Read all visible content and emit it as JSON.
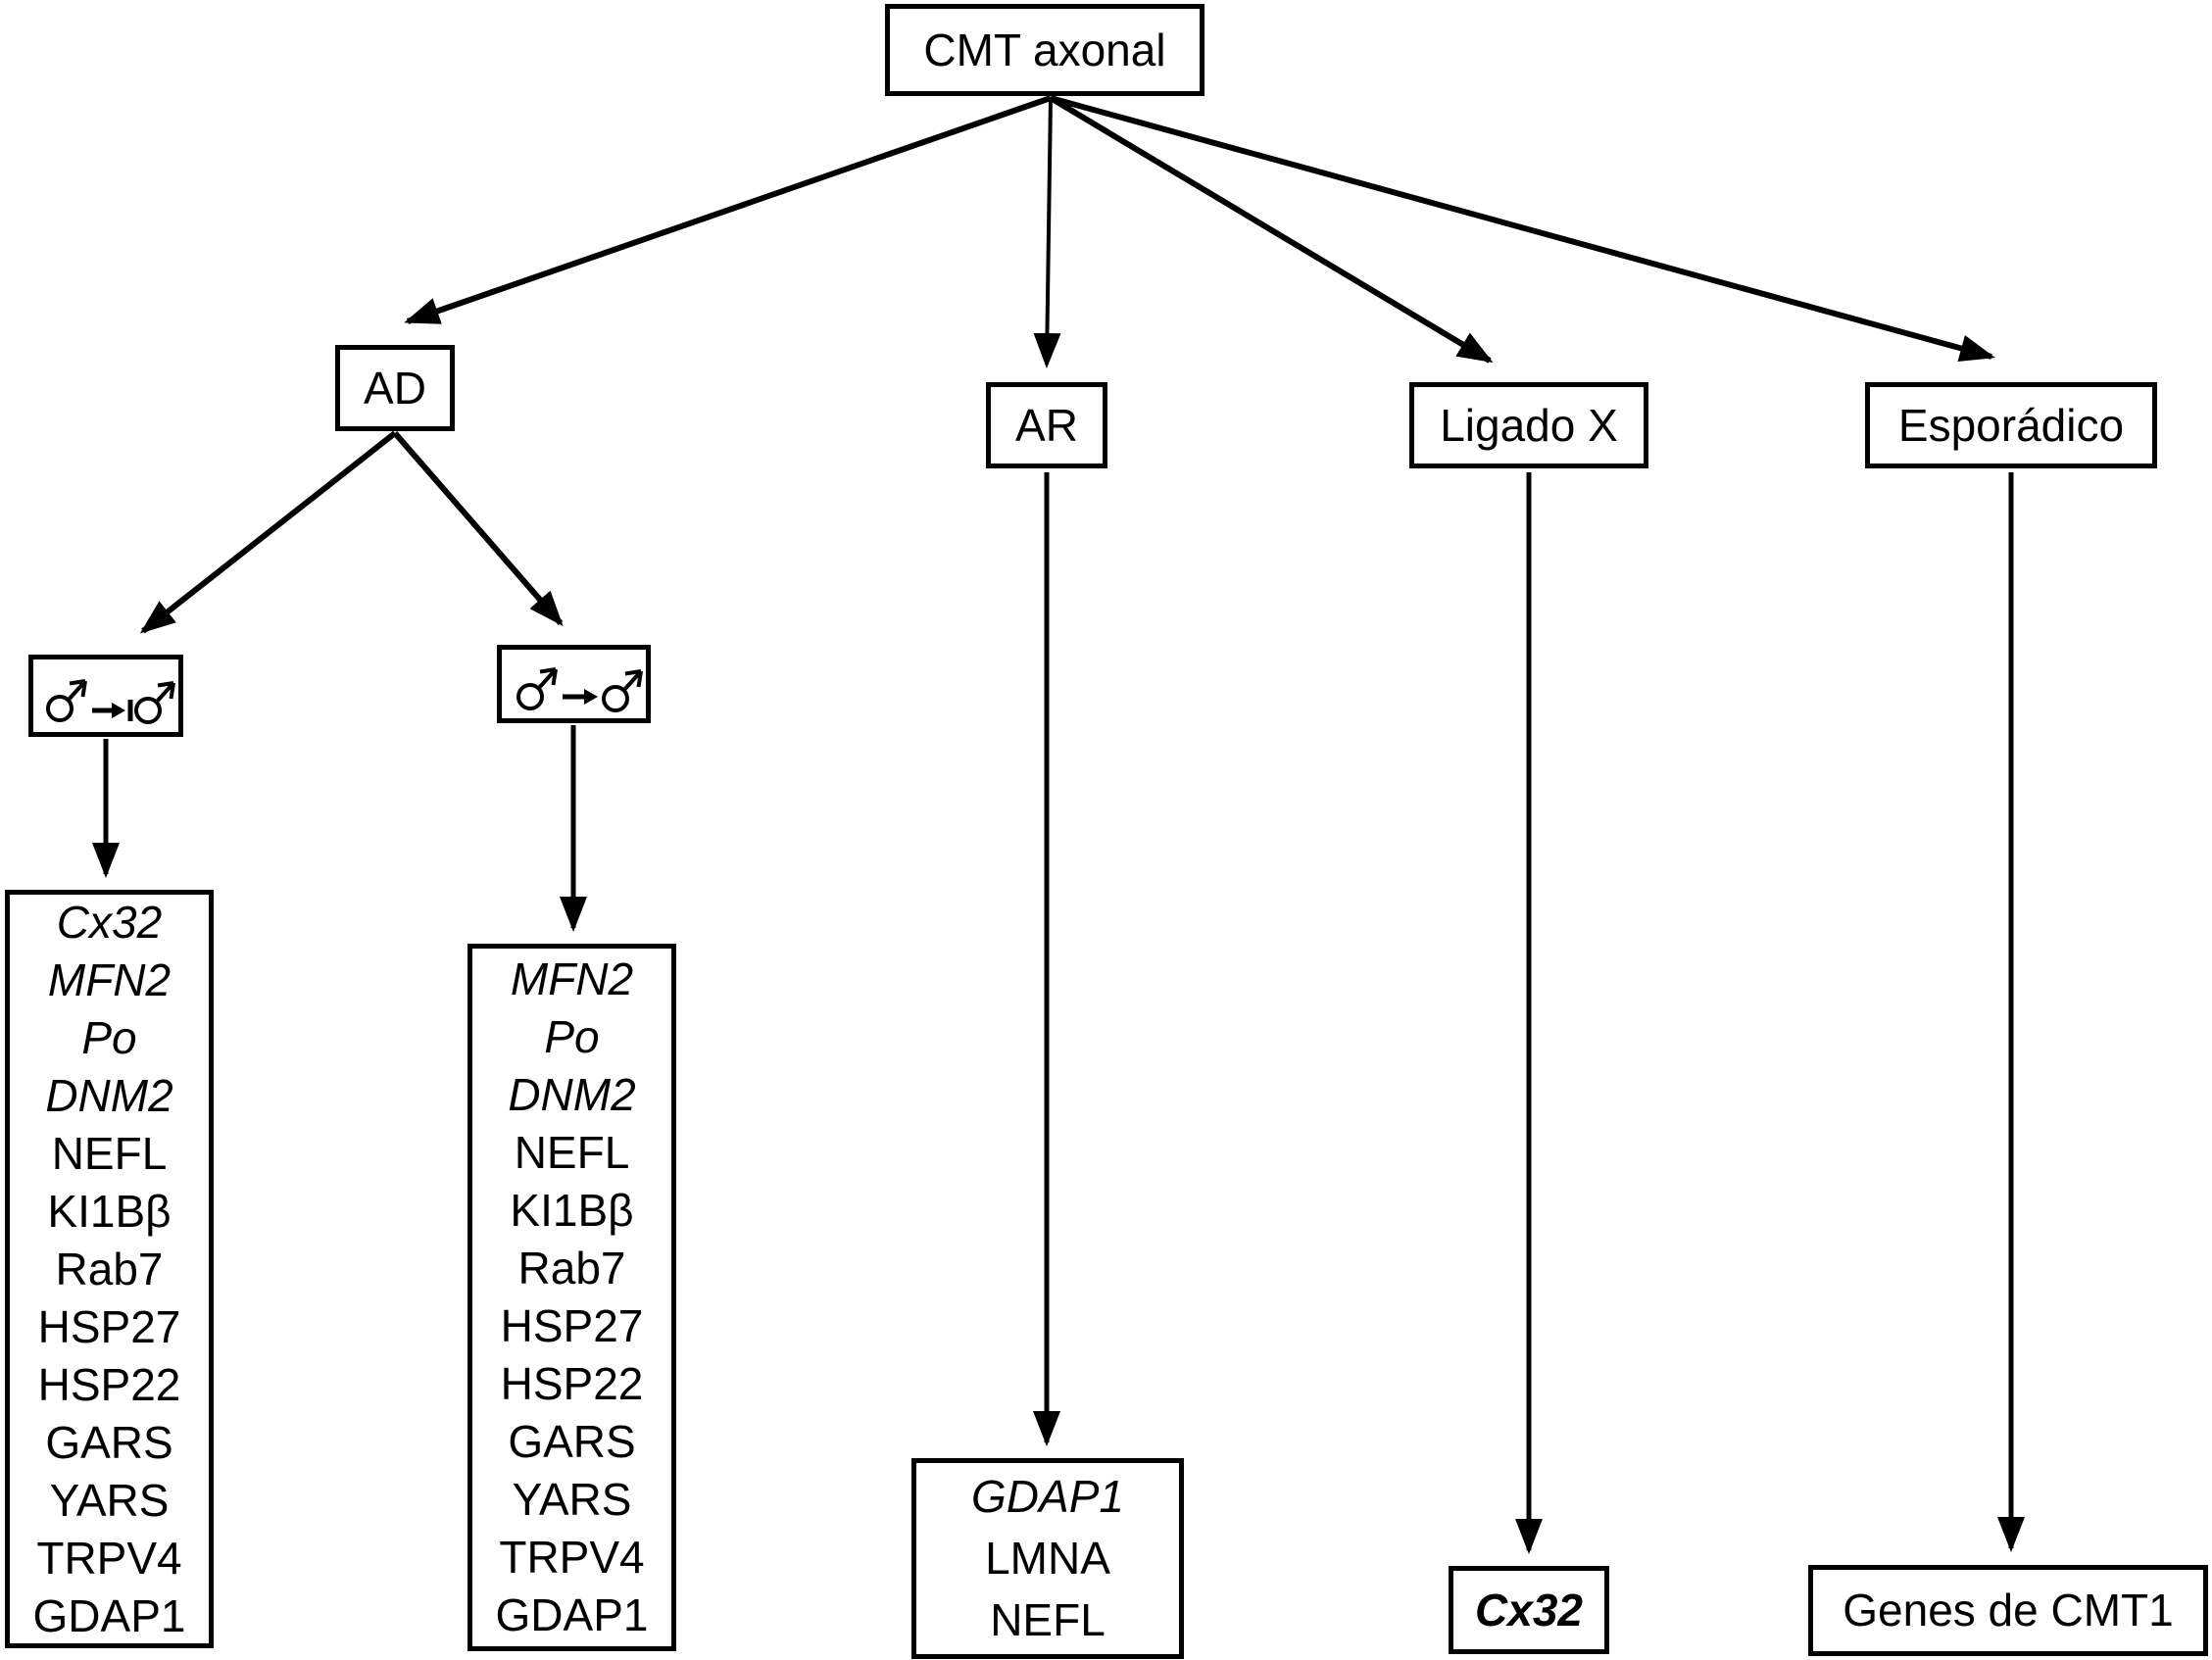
{
  "colors": {
    "ink": "#000000",
    "paper": "#ffffff"
  },
  "root_label": "CMT axonal",
  "branches": {
    "ad": "AD",
    "ar": "AR",
    "x_linked": "Ligado X",
    "sporadic": "Esporádico"
  },
  "icons": {
    "no_male_to_male": "male-to-male-transmission-blocked-icon",
    "male_to_male": "male-to-male-transmission-icon",
    "male_glyph": "♂",
    "arrow_glyph": "→"
  },
  "gene_lists": {
    "ad_no_male_to_male": [
      "Cx32",
      "MFN2",
      "Po",
      "DNM2",
      "NEFL",
      "KI1Bβ",
      "Rab7",
      "HSP27",
      "HSP22",
      "GARS",
      "YARS",
      "TRPV4",
      "GDAP1"
    ],
    "ad_male_to_male": [
      "MFN2",
      "Po",
      "DNM2",
      "NEFL",
      "KI1Bβ",
      "Rab7",
      "HSP27",
      "HSP22",
      "GARS",
      "YARS",
      "TRPV4",
      "GDAP1"
    ],
    "ar": [
      "GDAP1",
      "LMNA",
      "NEFL"
    ],
    "x_linked": "Cx32",
    "sporadic": "Genes de CMT1"
  }
}
